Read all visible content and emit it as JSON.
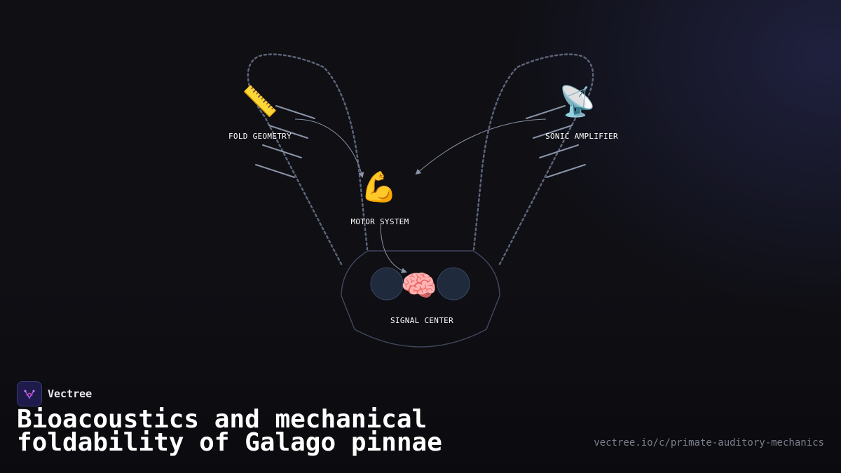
{
  "diagram": {
    "nodes": {
      "fold_geometry": {
        "label": "FOLD GEOMETRY",
        "emoji": "📏",
        "icon": "ruler-icon"
      },
      "sonic_amplifier": {
        "label": "SONIC AMPLIFIER",
        "emoji": "📡",
        "icon": "satellite-dish-icon"
      },
      "motor_system": {
        "label": "MOTOR SYSTEM",
        "emoji": "💪",
        "icon": "flexed-biceps-icon"
      },
      "signal_center": {
        "label": "SIGNAL CENTER",
        "emoji": "🧠",
        "icon": "brain-icon"
      }
    },
    "colors": {
      "background": "#0f0f14",
      "outline": "#5b6478",
      "arrow": "#8a94a8",
      "circle_fill": "#1f2a3d"
    }
  },
  "brand": {
    "name": "Vectree",
    "logo_icon": "vectree-logo-icon"
  },
  "title": "Bioacoustics and mechanical foldability of Galago pinnae",
  "url": "vectree.io/c/primate-auditory-mechanics"
}
